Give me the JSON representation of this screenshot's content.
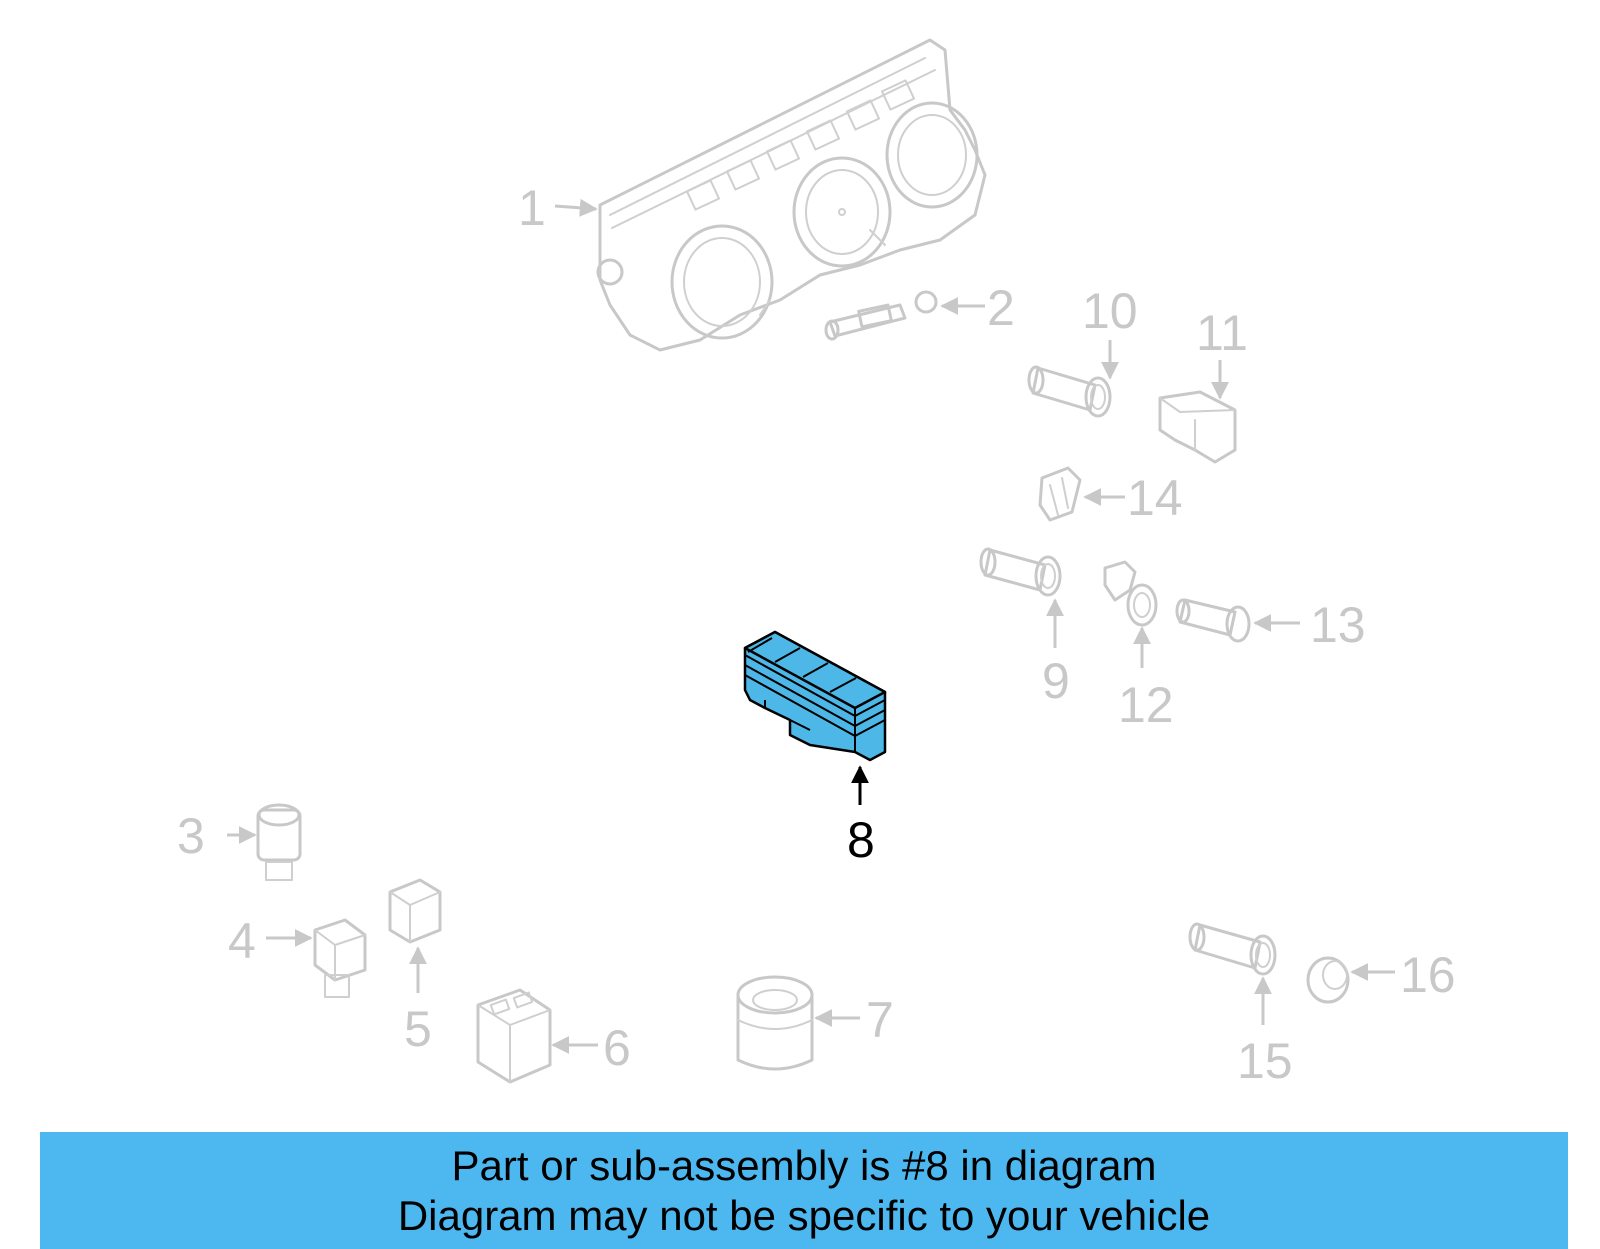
{
  "diagram": {
    "highlight_color": "#4db8e8",
    "highlighted_callout": "8",
    "callouts": {
      "c1": "1",
      "c2": "2",
      "c3": "3",
      "c4": "4",
      "c5": "5",
      "c6": "6",
      "c7": "7",
      "c8": "8",
      "c9": "9",
      "c10": "10",
      "c11": "11",
      "c12": "12",
      "c13": "13",
      "c14": "14",
      "c15": "15",
      "c16": "16"
    }
  },
  "banner": {
    "background": "#4db8f0",
    "line1": "Part or sub-assembly is #8 in diagram",
    "line2": "Diagram may not be specific to your vehicle"
  }
}
